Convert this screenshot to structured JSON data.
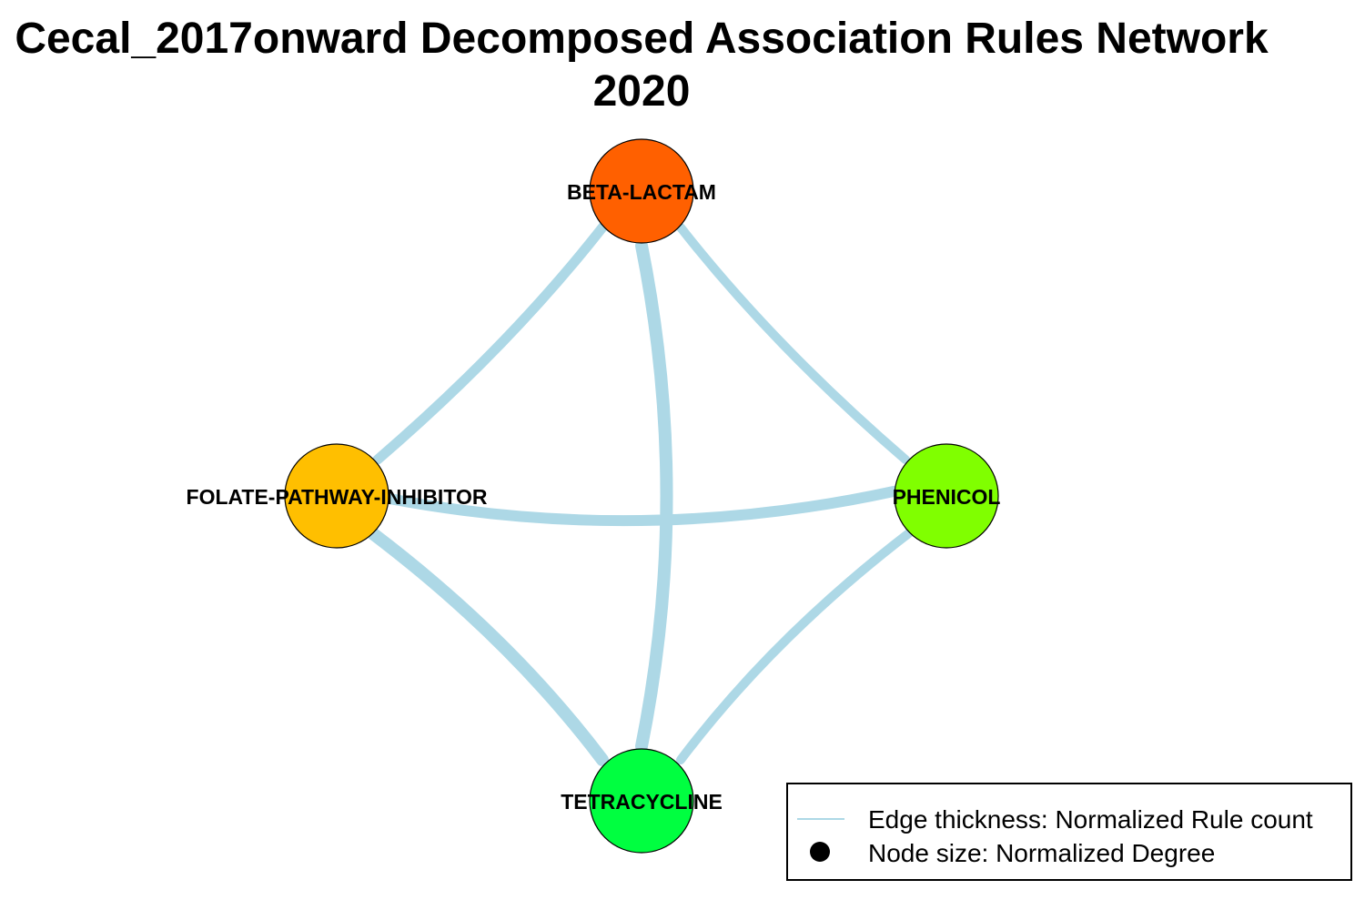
{
  "title": {
    "line1": "Cecal_2017onward Decomposed Association Rules Network",
    "line2": "2020"
  },
  "colors": {
    "edge": "#add8e6",
    "node_outline": "#000000",
    "background": "#ffffff"
  },
  "nodes": [
    {
      "id": "beta",
      "label": "BETA-LACTAM",
      "color": "#ff6000"
    },
    {
      "id": "folate",
      "label": "FOLATE-PATHWAY-INHIBITOR",
      "color": "#ffbf00"
    },
    {
      "id": "phenicol",
      "label": "PHENICOL",
      "color": "#80ff00"
    },
    {
      "id": "tetra",
      "label": "TETRACYCLINE",
      "color": "#00ff40"
    }
  ],
  "edges": [
    {
      "from": "beta",
      "to": "folate"
    },
    {
      "from": "beta",
      "to": "phenicol"
    },
    {
      "from": "beta",
      "to": "tetra"
    },
    {
      "from": "folate",
      "to": "phenicol"
    },
    {
      "from": "folate",
      "to": "tetra"
    },
    {
      "from": "phenicol",
      "to": "tetra"
    }
  ],
  "legend": {
    "edge_text": "Edge thickness: Normalized Rule count",
    "node_text": "Node size: Normalized Degree",
    "edge_symbol": "line",
    "node_symbol": "filled-circle"
  }
}
